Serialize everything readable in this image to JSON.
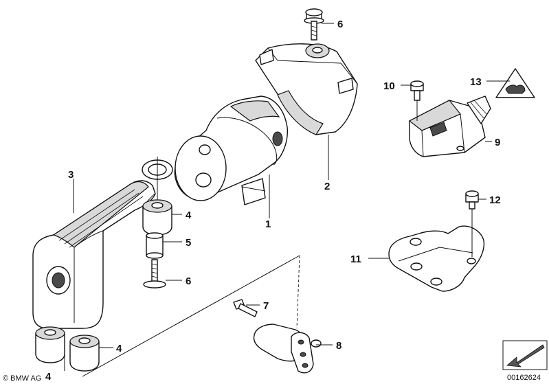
{
  "diagram": {
    "callouts": [
      {
        "id": "c1",
        "label": "1"
      },
      {
        "id": "c2",
        "label": "2"
      },
      {
        "id": "c3",
        "label": "3"
      },
      {
        "id": "c4a",
        "label": "4"
      },
      {
        "id": "c4b",
        "label": "4"
      },
      {
        "id": "c4c",
        "label": "4"
      },
      {
        "id": "c5",
        "label": "5"
      },
      {
        "id": "c6a",
        "label": "6"
      },
      {
        "id": "c6b",
        "label": "6"
      },
      {
        "id": "c7",
        "label": "7"
      },
      {
        "id": "c8",
        "label": "8"
      },
      {
        "id": "c9",
        "label": "9"
      },
      {
        "id": "c10",
        "label": "10"
      },
      {
        "id": "c11",
        "label": "11"
      },
      {
        "id": "c12",
        "label": "12"
      },
      {
        "id": "c13",
        "label": "13"
      }
    ],
    "footer": {
      "copyright": "© BMW AG",
      "image_number": "00162624"
    }
  }
}
